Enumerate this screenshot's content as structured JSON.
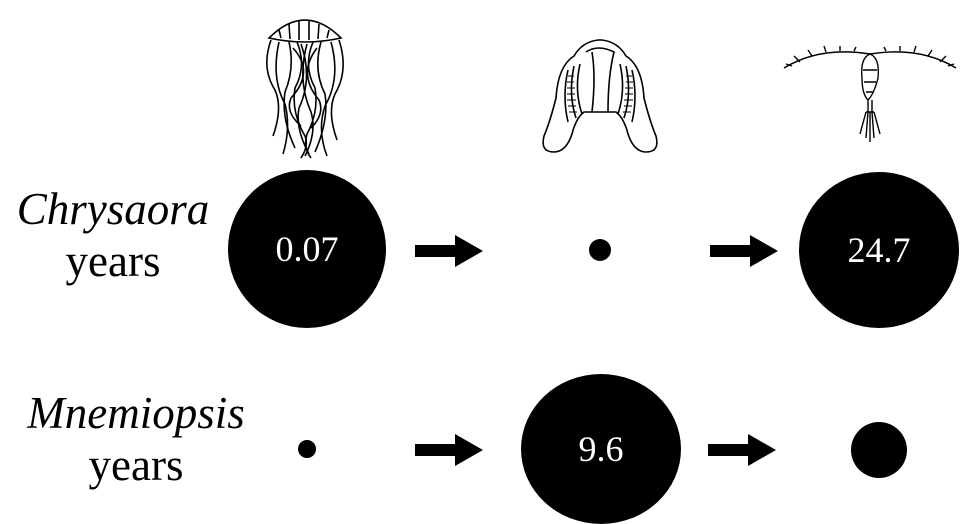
{
  "organisms": {
    "jellyfish_icon": "jellyfish-icon",
    "ctenophore_icon": "ctenophore-icon",
    "copepod_icon": "copepod-icon"
  },
  "rows": [
    {
      "genus": "Chrysaora",
      "unit": "years",
      "cells": [
        {
          "value": "0.07",
          "size": "large"
        },
        {
          "value": "",
          "size": "dot"
        },
        {
          "value": "24.7",
          "size": "large"
        }
      ]
    },
    {
      "genus": "Mnemiopsis",
      "unit": "years",
      "cells": [
        {
          "value": "",
          "size": "dot"
        },
        {
          "value": "9.6",
          "size": "large"
        },
        {
          "value": "",
          "size": "medium"
        }
      ]
    }
  ],
  "arrow_icon": "right-arrow-icon"
}
